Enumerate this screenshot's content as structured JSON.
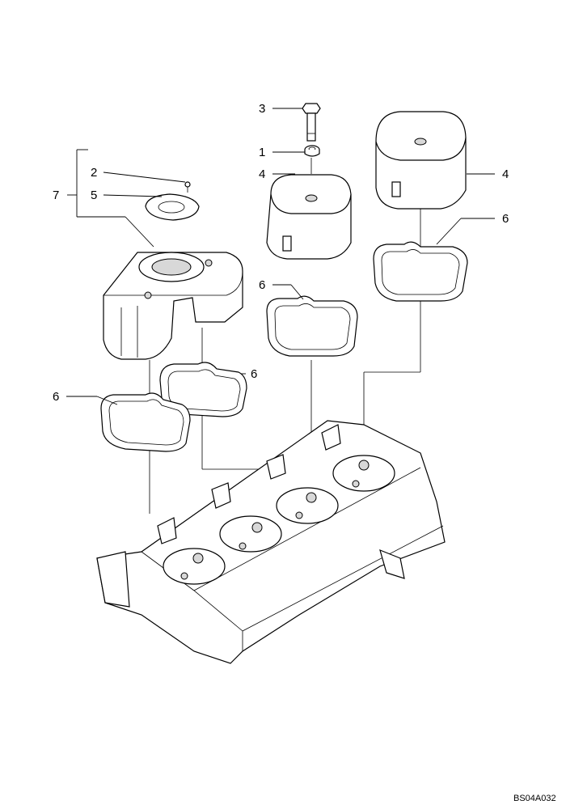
{
  "callouts": {
    "c1": "1",
    "c2": "2",
    "c3": "3",
    "c4a": "4",
    "c4b": "4",
    "c5": "5",
    "c6a": "6",
    "c6b": "6",
    "c6c": "6",
    "c6d": "6",
    "c7": "7"
  },
  "drawing_ref": "BS04A032"
}
